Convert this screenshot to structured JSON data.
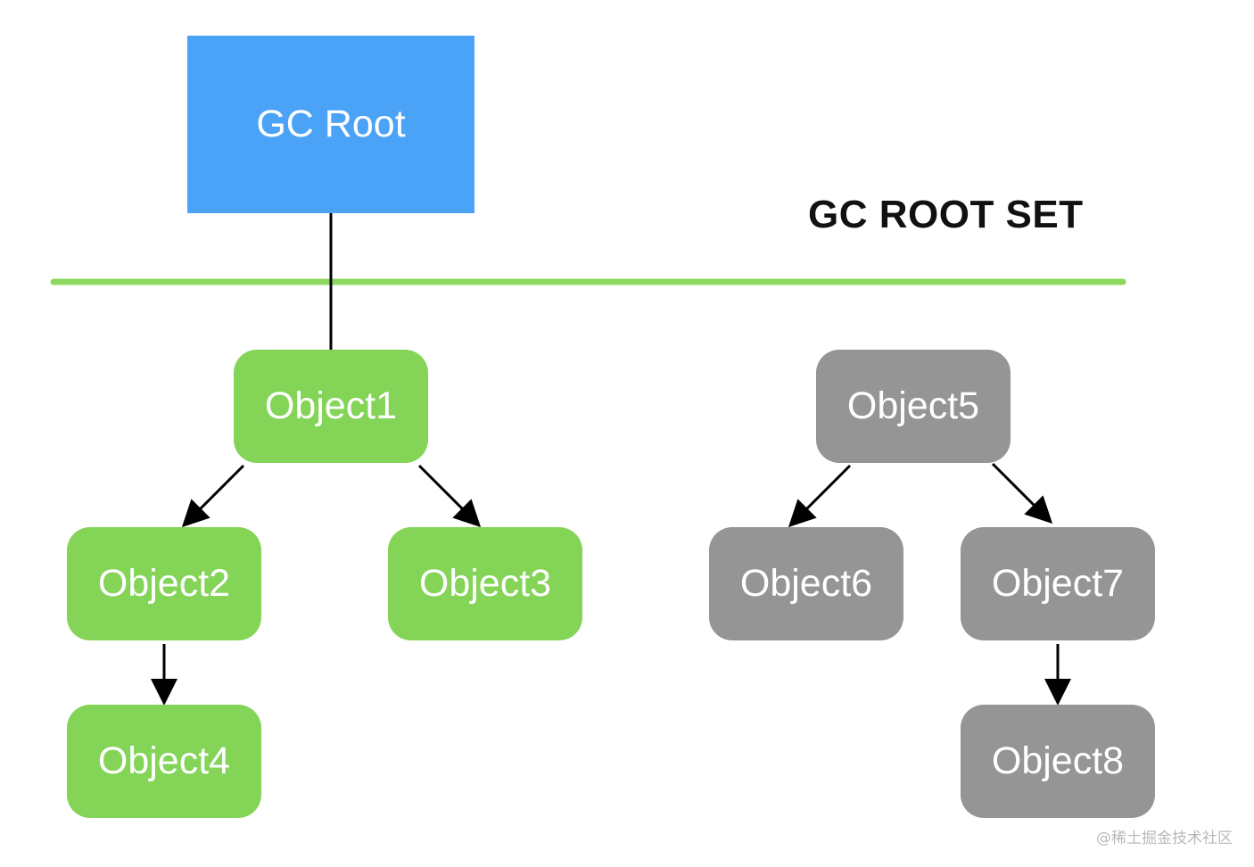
{
  "colors": {
    "root": "#4aa3f7",
    "reachable": "#83d457",
    "unreachable": "#959595",
    "divider": "#8cd85f",
    "edge": "#000000",
    "text": "#ffffff"
  },
  "root_set_label": "GC ROOT SET",
  "watermark": "@稀土掘金技术社区",
  "nodes": [
    {
      "id": "gc-root",
      "label": "GC Root",
      "status": "root"
    },
    {
      "id": "object1",
      "label": "Object1",
      "status": "reachable"
    },
    {
      "id": "object2",
      "label": "Object2",
      "status": "reachable"
    },
    {
      "id": "object3",
      "label": "Object3",
      "status": "reachable"
    },
    {
      "id": "object4",
      "label": "Object4",
      "status": "reachable"
    },
    {
      "id": "object5",
      "label": "Object5",
      "status": "unreachable"
    },
    {
      "id": "object6",
      "label": "Object6",
      "status": "unreachable"
    },
    {
      "id": "object7",
      "label": "Object7",
      "status": "unreachable"
    },
    {
      "id": "object8",
      "label": "Object8",
      "status": "unreachable"
    }
  ],
  "edges": [
    {
      "from": "gc-root",
      "to": "object1",
      "arrow": false
    },
    {
      "from": "object1",
      "to": "object2",
      "arrow": true
    },
    {
      "from": "object1",
      "to": "object3",
      "arrow": true
    },
    {
      "from": "object2",
      "to": "object4",
      "arrow": true
    },
    {
      "from": "object5",
      "to": "object6",
      "arrow": true
    },
    {
      "from": "object5",
      "to": "object7",
      "arrow": true
    },
    {
      "from": "object7",
      "to": "object8",
      "arrow": true
    }
  ]
}
